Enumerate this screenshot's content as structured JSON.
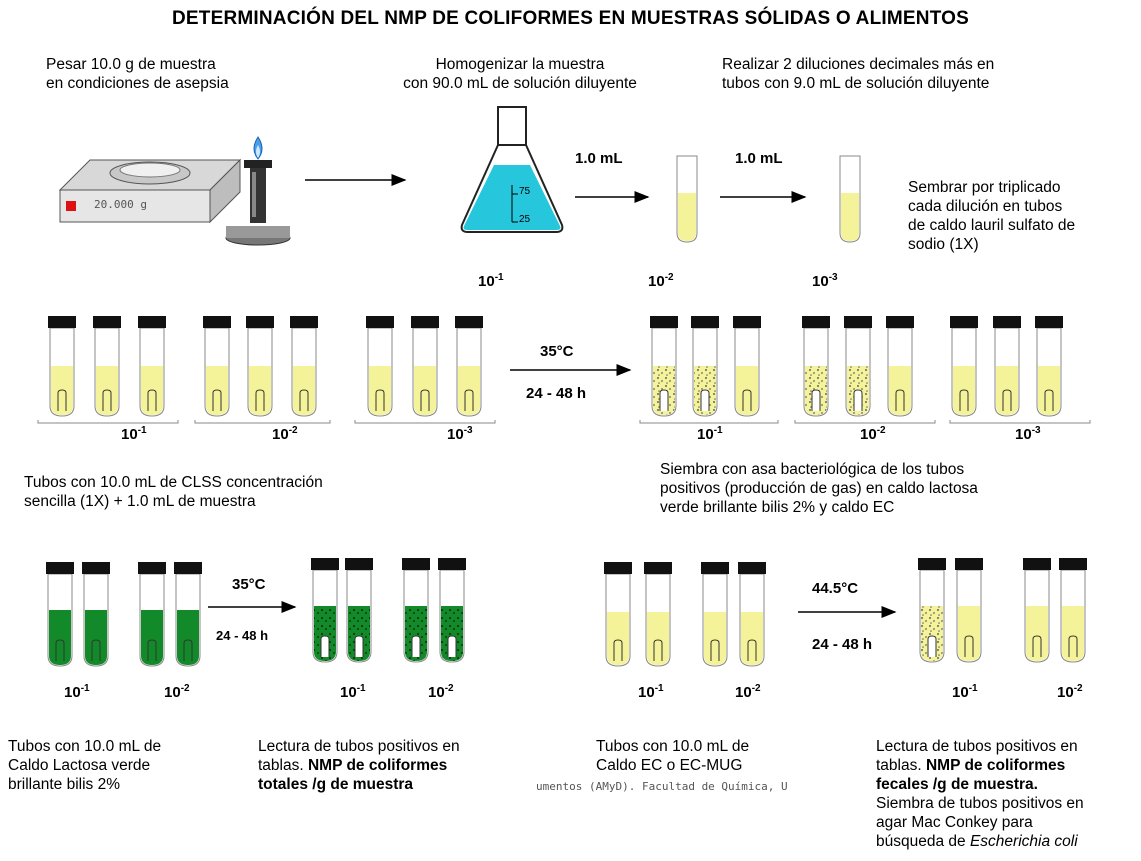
{
  "title": "DETERMINACIÓN DEL NMP DE COLIFORMES EN MUESTRAS SÓLIDAS O ALIMENTOS",
  "colors": {
    "yellow": "#f4f39a",
    "green": "#138a2a",
    "flask": "#26c6dc",
    "cap": "#111111"
  },
  "top_steps": {
    "weigh": "Pesar 10.0 g de muestra\nen condiciones de asepsia",
    "homogenize": "Homogenizar la muestra\ncon 90.0 mL de solución diluyente",
    "dilutions": "Realizar 2 diluciones decimales más en\ntubos con 9.0 mL  de solución diluyente",
    "seed": "Sembrar por triplicado\ncada dilución en tubos\nde caldo lauril sulfato de\nsodio  (1X)",
    "balance_reading": "20.000 g",
    "flask_mark_high": "75",
    "flask_mark_low": "25",
    "transfer1": "1.0 mL",
    "transfer2": "1.0 mL"
  },
  "dil": {
    "d1": "10",
    "d2": "10",
    "d3": "10",
    "e1": "-1",
    "e2": "-2",
    "e3": "-3"
  },
  "middle": {
    "temp": "35°C",
    "time": "24 - 48 h",
    "left_caption": "Tubos con 10.0 mL  de CLSS concentración\nsencilla (1X)   + 1.0 mL de muestra",
    "right_caption": "Siembra con asa bacteriológica de los tubos\npositivos (producción de gas) en caldo lactosa\nverde brillante bilis 2% y caldo EC"
  },
  "bottom_left": {
    "temp": "35°C",
    "time": "24 - 48 h",
    "caption_tubes": "Tubos con 10.0 mL de\nCaldo Lactosa verde\nbrillante bilis 2%",
    "caption_read": "Lectura de tubos positivos en\ntablas.  ",
    "caption_read_bold": "NMP de coliformes\ntotales /g de muestra"
  },
  "bottom_right": {
    "temp": "44.5°C",
    "time": "24 - 48 h",
    "caption_tubes": "Tubos con 10.0 mL de\nCaldo EC o EC-MUG",
    "caption_read": "Lectura de tubos positivos en\ntablas.  ",
    "caption_read_bold": "NMP de coliformes\nfecales /g  de muestra.",
    "caption_extra": "Siembra de tubos positivos en\nagar Mac Conkey para\nbúsqueda de ",
    "caption_species": "Escherichia coli"
  },
  "watermark": "umentos (AMyD). Facultad de Química, U"
}
